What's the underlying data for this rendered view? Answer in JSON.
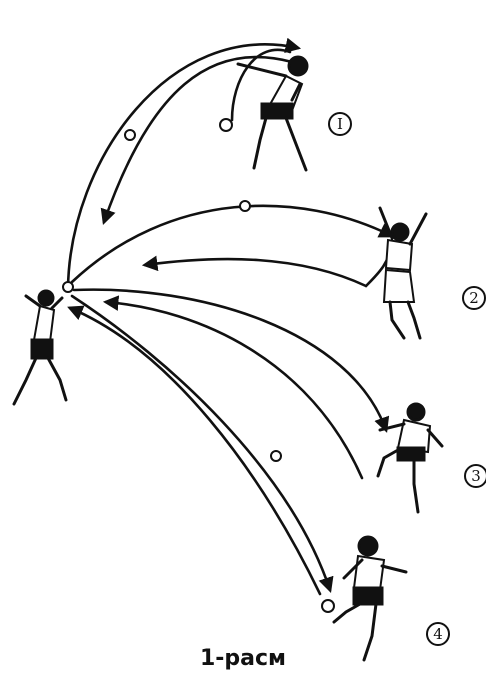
{
  "figure": {
    "caption": "1-расм",
    "labels": [
      "I",
      "2",
      "3",
      "4"
    ]
  },
  "colors": {
    "ink": "#111111",
    "paper": "#ffffff"
  }
}
